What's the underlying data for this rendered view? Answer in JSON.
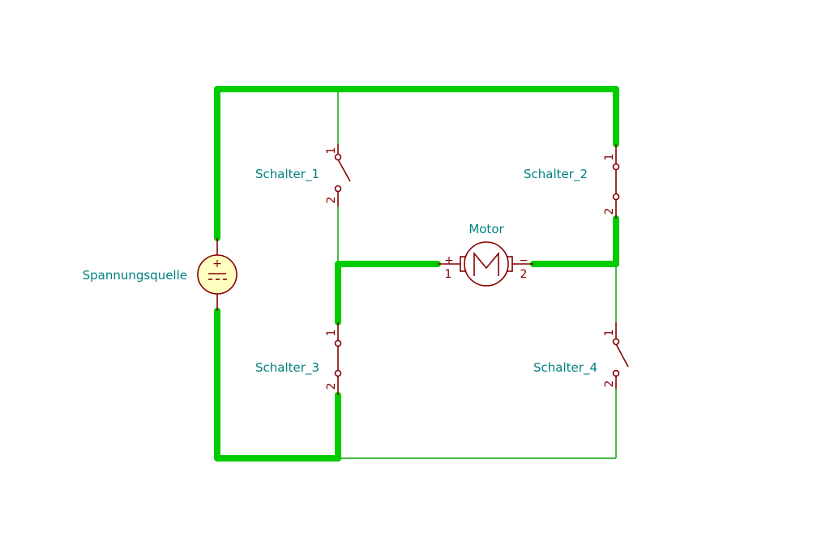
{
  "colors": {
    "label": "#00807f",
    "symbol": "#840000",
    "active_wire": "#00cc00",
    "inactive_wire": "#00a000",
    "source_fill": "#ffffc2"
  },
  "labels": {
    "source": "Spannungsquelle",
    "motor": "Motor",
    "switch1": "Schalter_1",
    "switch2": "Schalter_2",
    "switch3": "Schalter_3",
    "switch4": "Schalter_4"
  },
  "pins": {
    "one": "1",
    "two": "2",
    "plus": "+",
    "minus": "−"
  },
  "switch_states": {
    "switch1": "open",
    "switch2": "closed",
    "switch3": "closed",
    "switch4": "open"
  }
}
